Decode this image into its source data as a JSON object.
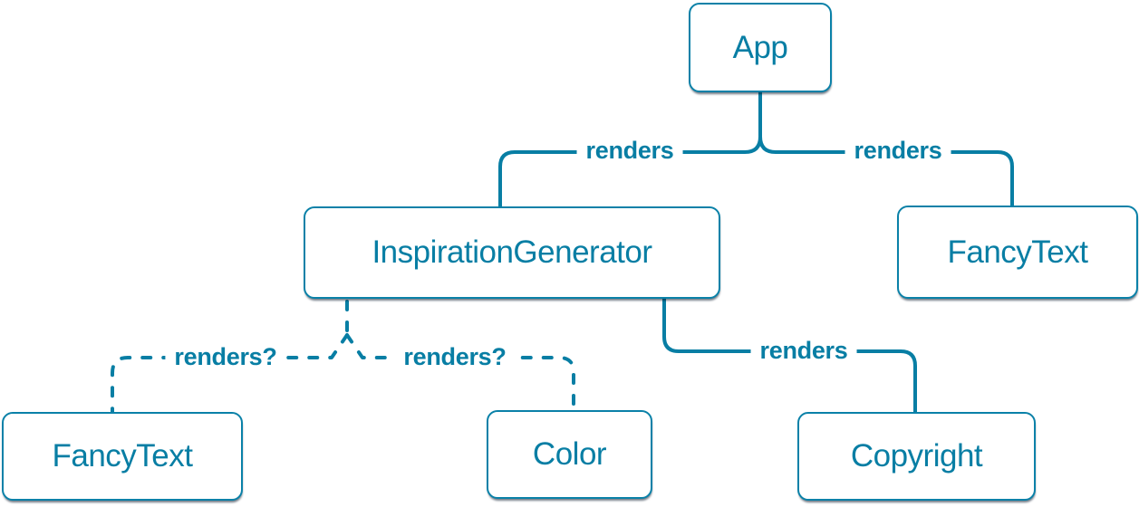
{
  "diagram": {
    "accent_color": "#087ea4",
    "background_color": "#ffffff",
    "nodes": [
      {
        "id": "app",
        "label": "App"
      },
      {
        "id": "inspiration-generator",
        "label": "InspirationGenerator"
      },
      {
        "id": "fancy-text-top",
        "label": "FancyText"
      },
      {
        "id": "fancy-text-bottom",
        "label": "FancyText"
      },
      {
        "id": "color",
        "label": "Color"
      },
      {
        "id": "copyright",
        "label": "Copyright"
      }
    ],
    "edges": [
      {
        "from": "App",
        "to": "InspirationGenerator",
        "label": "renders",
        "style": "solid"
      },
      {
        "from": "App",
        "to": "FancyText",
        "label": "renders",
        "style": "solid"
      },
      {
        "from": "InspirationGenerator",
        "to": "FancyText",
        "label": "renders?",
        "style": "dashed"
      },
      {
        "from": "InspirationGenerator",
        "to": "Color",
        "label": "renders?",
        "style": "dashed"
      },
      {
        "from": "InspirationGenerator",
        "to": "Copyright",
        "label": "renders",
        "style": "solid"
      }
    ]
  }
}
